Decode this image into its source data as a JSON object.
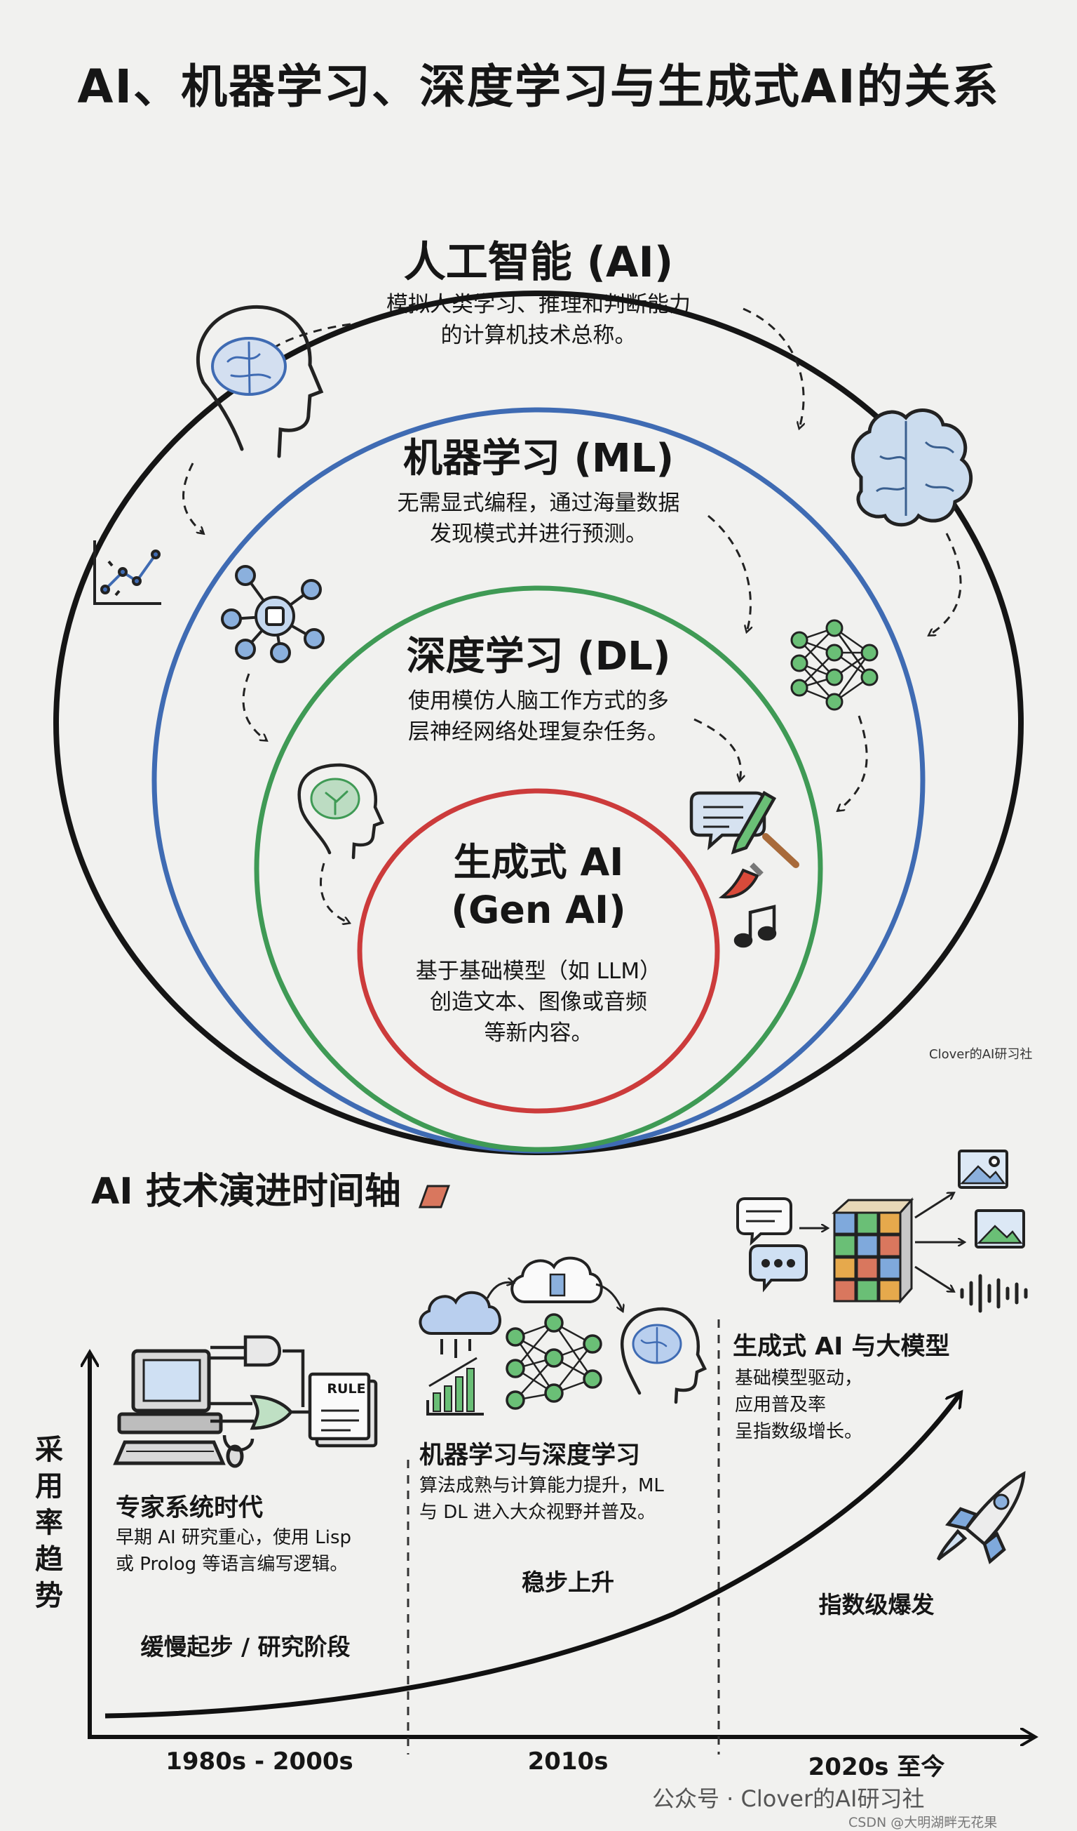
{
  "title": "AI、机器学习、深度学习与生成式AI的关系",
  "circles": [
    {
      "id": "ai",
      "title": "人工智能 (AI)",
      "desc": [
        "模拟人类学习、推理和判断能力",
        "的计算机技术总称。"
      ],
      "color": "#151515"
    },
    {
      "id": "ml",
      "title": "机器学习 (ML)",
      "desc": [
        "无需显式编程，通过海量数据",
        "发现模式并进行预测。"
      ],
      "color": "#3f6bb3"
    },
    {
      "id": "dl",
      "title": "深度学习 (DL)",
      "desc": [
        "使用模仿人脑工作方式的多",
        "层神经网络处理复杂任务。"
      ],
      "color": "#3f9a55"
    },
    {
      "id": "genai",
      "title_lines": [
        "生成式 AI",
        "(Gen AI)"
      ],
      "desc": [
        "基于基础模型（如 LLM）",
        "创造文本、图像或音频",
        "等新内容。"
      ],
      "color": "#cc3b3b"
    }
  ],
  "timeline": {
    "title": "AI 技术演进时间轴",
    "y_axis": "采用率趋势",
    "stages": [
      {
        "id": "expert",
        "heading": "专家系统时代",
        "desc": [
          "早期 AI 研究重心，使用 Lisp",
          "或 Prolog 等语言编写逻辑。"
        ],
        "phase": "缓慢起步 / 研究阶段",
        "era": "1980s - 2000s",
        "rule_label": "RULE"
      },
      {
        "id": "mldl",
        "heading": "机器学习与深度学习",
        "desc": [
          "算法成熟与计算能力提升，ML",
          "与 DL 进入大众视野并普及。"
        ],
        "phase": "稳步上升",
        "era": "2010s"
      },
      {
        "id": "gen",
        "heading": "生成式 AI 与大模型",
        "desc": [
          "基础模型驱动，",
          "应用普及率",
          "呈指数级增长。"
        ],
        "phase": "指数级爆发",
        "era": "2020s 至今"
      }
    ]
  },
  "watermarks": {
    "small": "Clover的AI研习社",
    "wechat": "公众号 · Clover的AI研习社",
    "csdn": "CSDN @大明湖畔无花果"
  }
}
